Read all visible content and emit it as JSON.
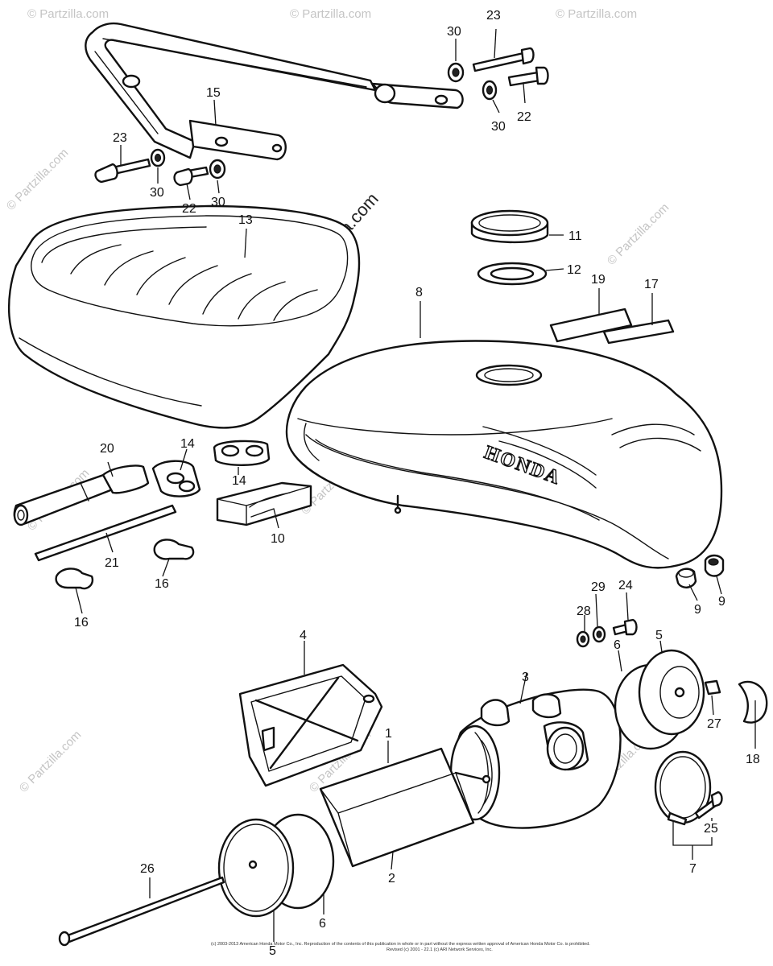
{
  "watermark": {
    "text": "© Partzilla.com",
    "main_text": "© Partzilla.com"
  },
  "brand_text": "HONDA",
  "copyright_lines": [
    "(c) 2003-2013 American Honda Motor Co., Inc. Reproduction of the contents of this publication in whole or in part without the express written approval of American Honda Motor Co. is prohibited.",
    "Revised (c) 2001 - 22.1 (c) ARI Network Services, Inc."
  ],
  "part_labels": {
    "p1": "1",
    "p2": "2",
    "p3": "3",
    "p4": "4",
    "p5a": "5",
    "p5b": "5",
    "p6a": "6",
    "p6b": "6",
    "p7": "7",
    "p8": "8",
    "p9a": "9",
    "p9b": "9",
    "p10": "10",
    "p11": "11",
    "p12": "12",
    "p13": "13",
    "p14a": "14",
    "p14b": "14",
    "p15": "15",
    "p16a": "16",
    "p16b": "16",
    "p17": "17",
    "p18": "18",
    "p19": "19",
    "p20": "20",
    "p21": "21",
    "p22a": "22",
    "p22b": "22",
    "p23a": "23",
    "p23b": "23",
    "p24": "24",
    "p25": "25",
    "p26": "26",
    "p27": "27",
    "p28": "28",
    "p29": "29",
    "p30a": "30",
    "p30b": "30",
    "p30c": "30",
    "p30d": "30"
  }
}
